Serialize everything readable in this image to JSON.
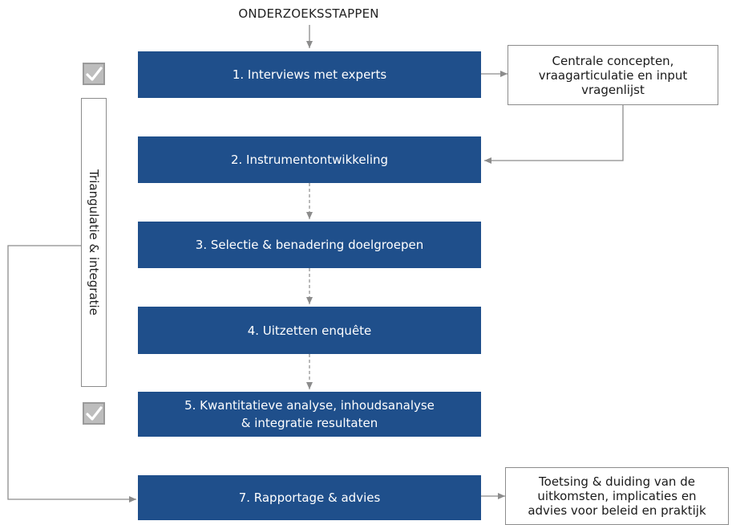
{
  "title": "ONDERZOEKSSTAPPEN",
  "steps": [
    {
      "label": "1.  Interviews met experts",
      "status": "done"
    },
    {
      "label": "2.  Instrumentontwikkeling"
    },
    {
      "label": "3.  Selectie & benadering doelgroepen"
    },
    {
      "label": "4.  Uitzetten enquête"
    },
    {
      "label": "5.  Kwantitatieve analyse, inhoudsanalyse\n& integratie resultaten",
      "status": "done"
    },
    {
      "label": "7.  Rapportage & advies"
    }
  ],
  "notes": {
    "experts_output": "Centrale concepten,\nvraagarticulatie en input\nvragenlijst",
    "report_output": "Toetsing & duiding van de\nuitkomsten, implicaties en\nadvies voor beleid en praktijk"
  },
  "side_label": "Triangulatie & integratie",
  "icons": {
    "check": "checkmark-icon",
    "arrow": "arrow-head"
  },
  "colors": {
    "step_fill": "#1f4f8b",
    "step_text": "#ffffff",
    "connector": "#8c8c8c",
    "check_bg": "#bdbdbd"
  }
}
